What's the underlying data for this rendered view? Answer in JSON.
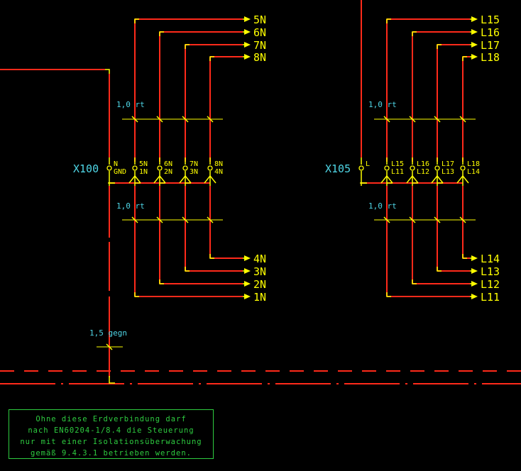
{
  "groups": [
    {
      "terminal": "X100",
      "wire_spec_top": "1,0 rt",
      "wire_spec_bottom": "1,0 rt",
      "pins_top": [
        "N",
        "5N",
        "6N",
        "7N",
        "8N"
      ],
      "pins_bottom": [
        "GND",
        "1N",
        "2N",
        "3N",
        "4N"
      ],
      "outputs_top": [
        "5N",
        "6N",
        "7N",
        "8N"
      ],
      "outputs_bottom": [
        "4N",
        "3N",
        "2N",
        "1N"
      ]
    },
    {
      "terminal": "X105",
      "wire_spec_top": "1,0 rt",
      "wire_spec_bottom": "1,0 rt",
      "pins_top": [
        "L",
        "L15",
        "L16",
        "L17",
        "L18"
      ],
      "pins_bottom": [
        "",
        "L11",
        "L12",
        "L13",
        "L14"
      ],
      "outputs_top": [
        "L15",
        "L16",
        "L17",
        "L18"
      ],
      "outputs_bottom": [
        "L14",
        "L13",
        "L12",
        "L11"
      ]
    }
  ],
  "ground_spec": "1,5 gegn",
  "note_lines": [
    "Ohne diese Erdverbindung darf",
    "nach EN60204-1/8.4 die Steuerung",
    "nur mit einer Isolationsüberwachung",
    "gemäß 9.4.3.1 betrieben werden."
  ],
  "colors": {
    "wire": "#ff2a1a",
    "terminal": "#ffff00",
    "label": "#4fd6e6",
    "spec": "#4fd6e6",
    "note": "#2ecc40",
    "background": "#000000"
  }
}
